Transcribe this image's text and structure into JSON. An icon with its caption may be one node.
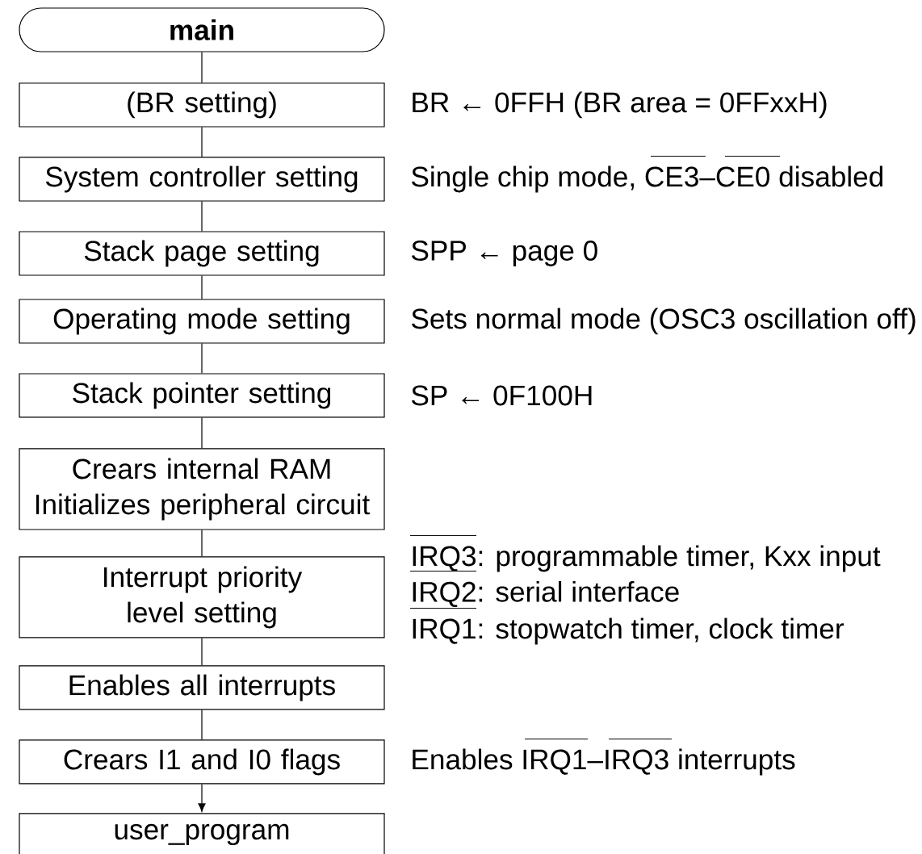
{
  "diagram": {
    "nodes": [
      {
        "text": [
          "main"
        ]
      },
      {
        "text": [
          "(BR setting)"
        ],
        "beside": [
          "BR ← 0FFH (BR area = 0FFxxH)"
        ]
      },
      {
        "text": [
          "System controller setting"
        ],
        "beside": [
          "Single chip mode, CE3–CE0 disabled"
        ]
      },
      {
        "text": [
          "Stack page setting"
        ],
        "beside": [
          "SPP ← page 0"
        ]
      },
      {
        "text": [
          "Operating mode setting"
        ],
        "beside": [
          "Sets normal mode (OSC3 oscillation off)"
        ]
      },
      {
        "text": [
          "Stack pointer setting"
        ],
        "beside": [
          "SP ← 0F100H"
        ]
      },
      {
        "text": [
          "Crears internal RAM Initializes peripheral circuit"
        ]
      },
      {
        "text": [
          "Interrupt priority level setting"
        ],
        "beside": [
          "IRQ3: programmable timer, Kxx input",
          "IRQ2: serial interface",
          "IRQ1: stopwatch timer, clock timer"
        ]
      },
      {
        "text": [
          "Enables all interrupts"
        ]
      },
      {
        "text": [
          "Crears I1 and I0 flags"
        ],
        "beside": [
          "Enables IRQ1–IRQ3 interrupts"
        ]
      },
      {
        "text": [
          "user_program"
        ]
      }
    ],
    "edges": [
      {
        "from": 0,
        "to": 1,
        "arrow": "none"
      },
      {
        "from": 1,
        "to": 2,
        "arrow": "none"
      },
      {
        "from": 2,
        "to": 3,
        "arrow": "none"
      },
      {
        "from": 3,
        "to": 4,
        "arrow": "none"
      },
      {
        "from": 4,
        "to": 5,
        "arrow": "none"
      },
      {
        "from": 5,
        "to": 6,
        "arrow": "none"
      },
      {
        "from": 6,
        "to": 7,
        "arrow": "none"
      },
      {
        "from": 7,
        "to": 8,
        "arrow": "none"
      },
      {
        "from": 8,
        "to": 9,
        "arrow": "none"
      },
      {
        "from": 9,
        "to": 10,
        "arrow": "to"
      }
    ]
  }
}
